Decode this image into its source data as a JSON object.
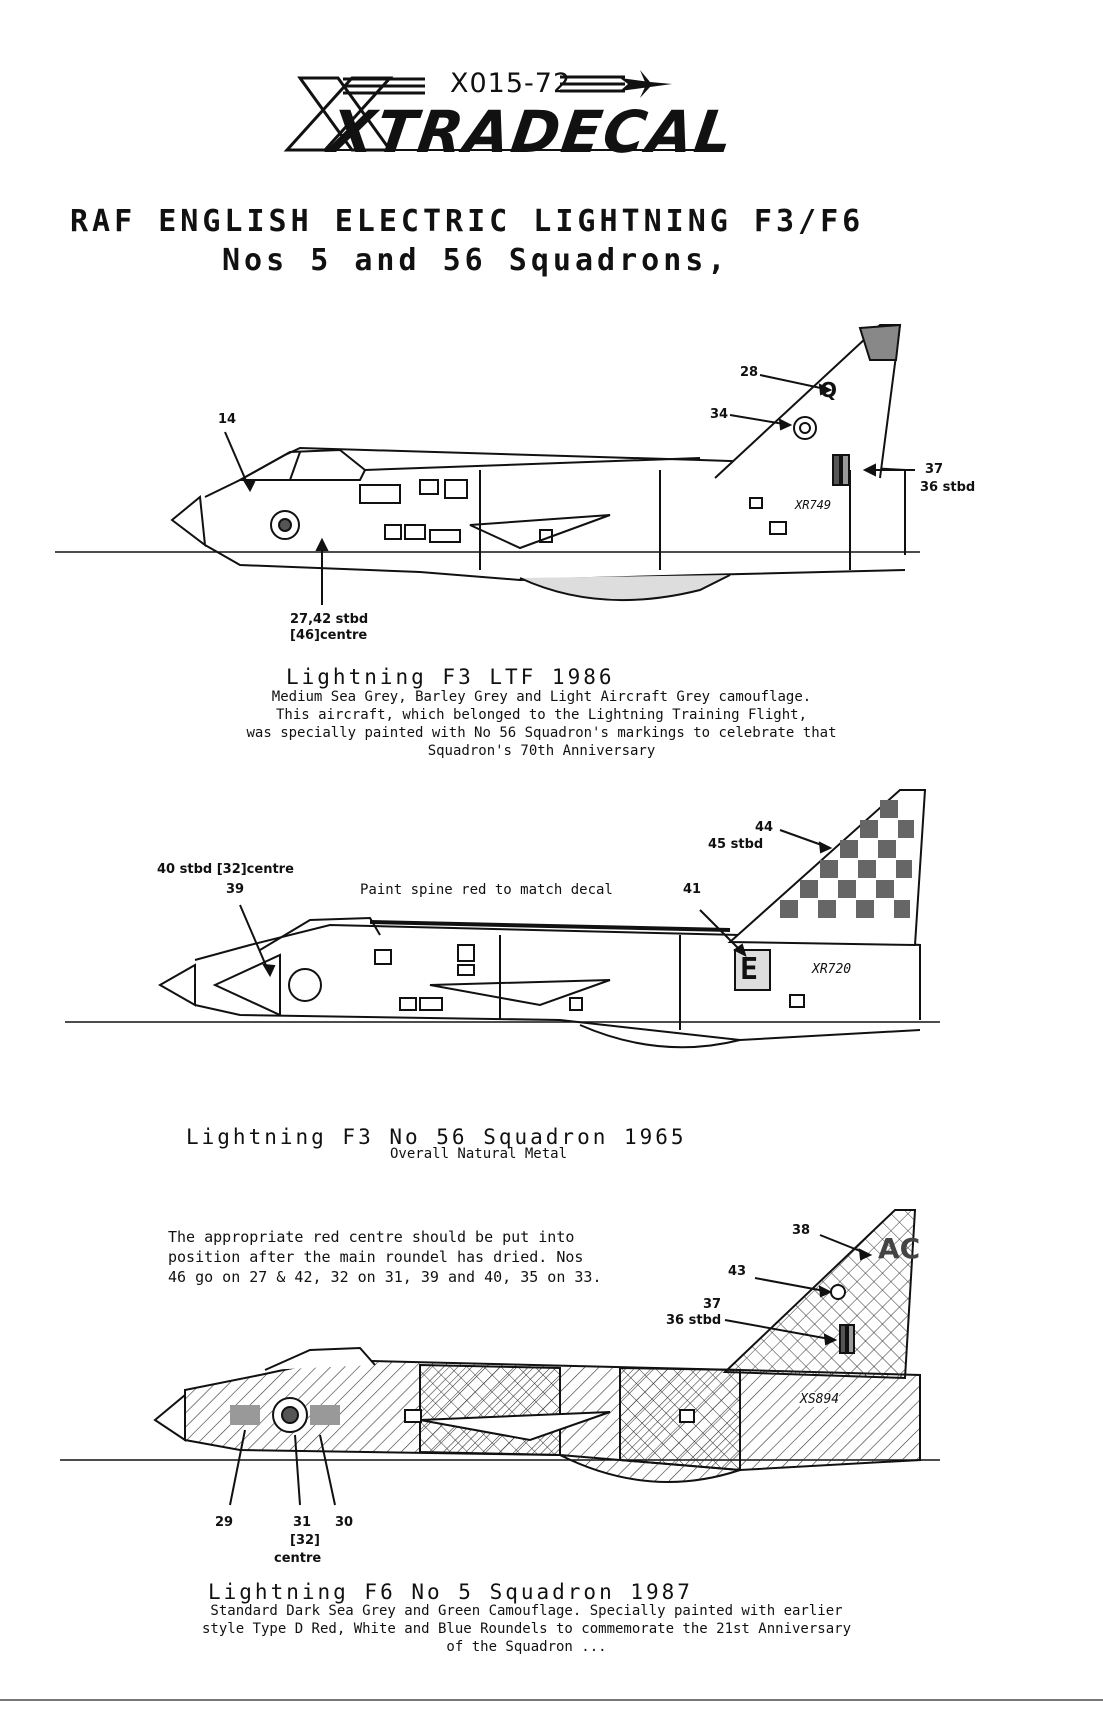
{
  "logo": {
    "code": "X015-72",
    "brand": "XTRADECAL"
  },
  "title": {
    "line1": "RAF ENGLISH ELECTRIC LIGHTNING F3/F6",
    "line2": "Nos 5 and 56 Squadrons,"
  },
  "aircraft1": {
    "serial": "XR749",
    "tail_code": "Q",
    "callouts": {
      "c14": "14",
      "c28": "28",
      "c34": "34",
      "c37": "37",
      "c36": "36 stbd",
      "c27a": "27,42 stbd",
      "c27b": "[46]centre"
    },
    "heading": "Lightning F3  LTF 1986",
    "desc": [
      "Medium Sea Grey, Barley Grey and Light Aircraft Grey camouflage.",
      "This aircraft, which belonged to the Lightning Training Flight,",
      "was specially painted with No 56 Squadron's markings to celebrate that",
      "Squadron's 70th Anniversary"
    ]
  },
  "aircraft2": {
    "serial": "XR720",
    "tail_code": "E",
    "callouts": {
      "c40": "40 stbd [32]centre",
      "c39": "39",
      "spine": "Paint spine red to match decal",
      "c41": "41",
      "c44": "44",
      "c45": "45 stbd"
    },
    "heading": "Lightning F3  No 56 Squadron 1965",
    "desc": [
      "Overall Natural Metal"
    ]
  },
  "aircraft3": {
    "serial": "XS894",
    "tail_code": "AC",
    "note": [
      "The appropriate red centre should be put into",
      "position after the main roundel has dried. Nos",
      "46 go on 27 & 42, 32 on 31, 39 and 40, 35 on 33."
    ],
    "callouts": {
      "c38": "38",
      "c43": "43",
      "c37": "37",
      "c36": "36 stbd",
      "c29": "29",
      "c31": "31",
      "c30": "30",
      "c32a": "[32]",
      "c32b": "centre"
    },
    "heading": "Lightning F6  No 5 Squadron 1987",
    "desc": [
      "Standard Dark Sea Grey and Green Camouflage. Specially painted with earlier",
      "style Type D Red, White and Blue Roundels to commemorate the 21st Anniversary",
      "of the Squadron ..."
    ]
  }
}
